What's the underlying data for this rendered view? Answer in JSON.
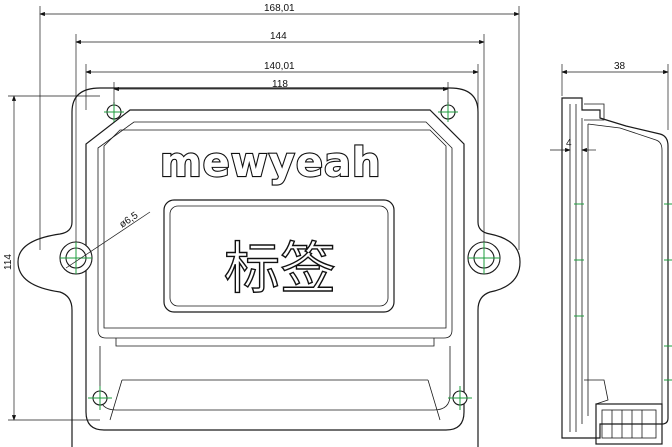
{
  "dimensions": {
    "overall_width": "168,01",
    "mount_width": "144",
    "body_width": "140,01",
    "hole_spacing": "118",
    "height": "114",
    "hole_diameter": "ø6,5",
    "depth": "38",
    "wall": "4"
  },
  "brand": "mewyeah",
  "label_area": "标签",
  "colors": {
    "line": "#1a1a1a",
    "center_mark": "#1c9c3c"
  }
}
